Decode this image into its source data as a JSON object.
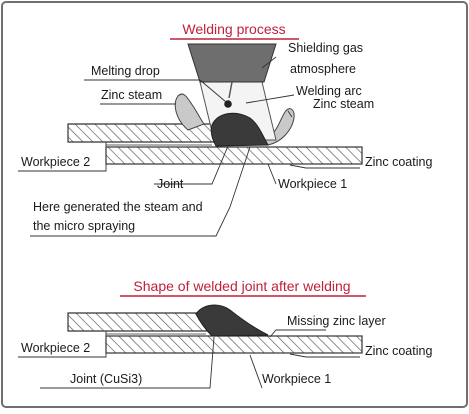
{
  "section_top": {
    "title": "Welding process",
    "labels": {
      "melting_drop": "Melting drop",
      "shielding_gas": "Shielding gas",
      "atmosphere": "atmosphere",
      "welding_arc": "Welding arc",
      "zinc_steam_left": "Zinc steam",
      "zinc_steam_right": "Zinc steam",
      "workpiece_2": "Workpiece 2",
      "zinc_coating": "Zinc coating",
      "joint": "Joint",
      "workpiece_1": "Workpiece 1",
      "steam_note_line1": "Here generated the steam and",
      "steam_note_line2": "the micro spraying"
    }
  },
  "section_bottom": {
    "title": "Shape of welded joint after welding",
    "labels": {
      "missing_zinc_layer": "Missing zinc layer",
      "workpiece_2": "Workpiece 2",
      "zinc_coating": "Zinc coating",
      "joint": "Joint (CuSi3)",
      "workpiece_1": "Workpiece 1"
    }
  },
  "colors": {
    "title": "#c0203a",
    "frame": "#6f6f6f",
    "weld": "#3a3a3a",
    "hatch": "#555555",
    "nozzle": "#6e6e6e",
    "steam": "#c9c9c9"
  }
}
